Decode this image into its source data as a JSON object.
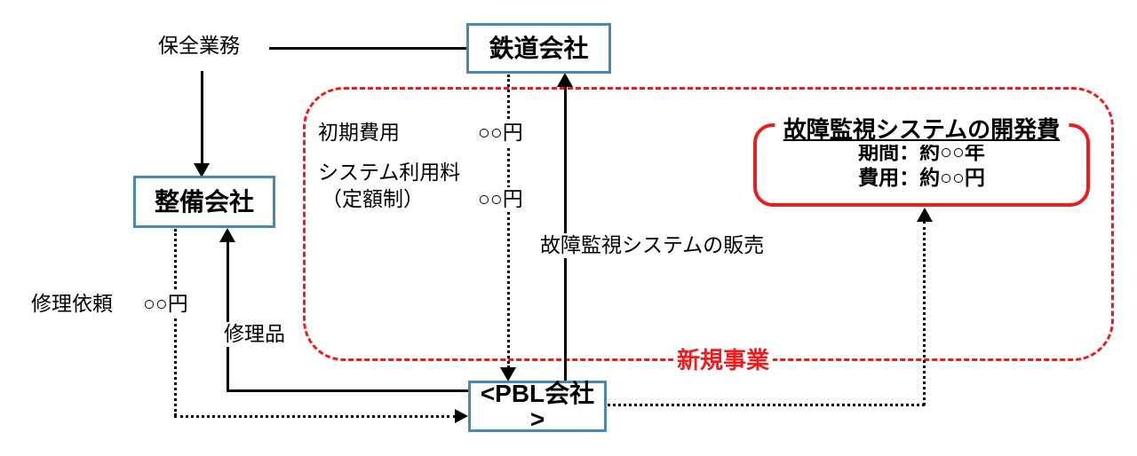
{
  "nodes": {
    "railway": "鉄道会社",
    "maintenance": "整備会社",
    "pbl": "<PBL会社>"
  },
  "annotations": {
    "maintenance_work": "保全業務",
    "initial_fee_label": "初期費用",
    "initial_fee_value": "○○円",
    "system_fee_label": "システム利用料",
    "system_fee_sub": "（定額制）",
    "system_fee_value": "○○円",
    "system_sales": "故障監視システムの販売",
    "repair_request_label": "修理依頼",
    "repair_request_value": "○○円",
    "repaired_goods": "修理品",
    "new_business": "新規事業"
  },
  "dev_cost_box": {
    "title": "故障監視システムの開発費",
    "period_line": "期間：約○○年",
    "cost_line": "費用：約○○円"
  },
  "colors": {
    "box_border_blue": "#4a89ad",
    "accent_red": "#ee1c1c",
    "line_black": "#000000"
  }
}
